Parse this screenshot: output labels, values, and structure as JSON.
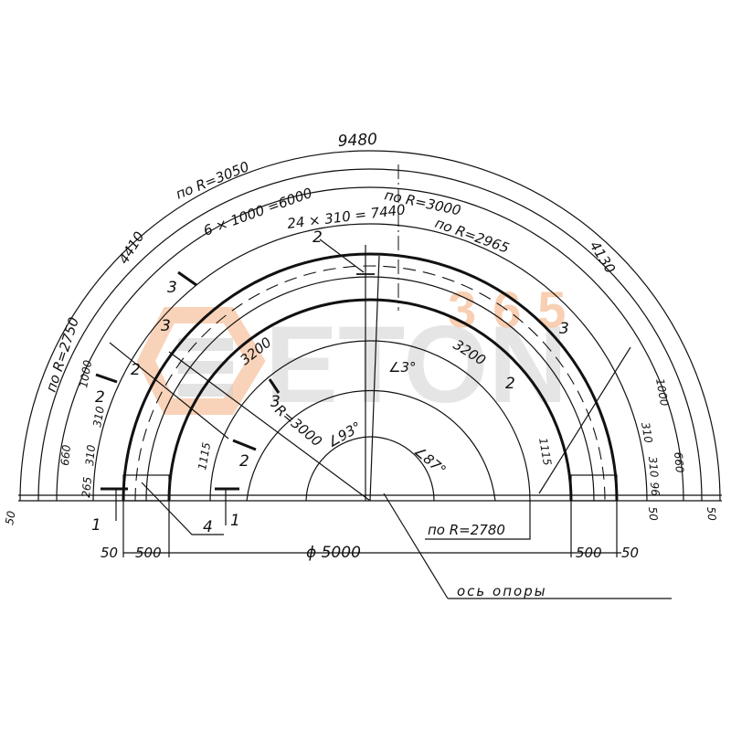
{
  "drawing": {
    "title": "Semicircular support ring plan (sector segment layout)",
    "arc_dimensions": {
      "outer_total": "9480",
      "outer_radius_label": "по R=3050",
      "left_radius_label": "по R=2750",
      "left_arc_length": "4410",
      "right_arc_length": "4130",
      "segments_label": "6 × 1000 =6000",
      "middle_radius_label": "по R=3000",
      "anchors_label": "24 × 310 = 7440",
      "inner_radius_label": "по R=2965",
      "chord_left": "3200",
      "chord_right": "3200",
      "radius_label": "R=3000",
      "bottom_radius_label": "по R=2780"
    },
    "angles": {
      "small_angle": "∠3°",
      "left_angle": "∠93°",
      "right_angle": "∠87°"
    },
    "left_side_dims": [
      "1000",
      "310",
      "660",
      "310",
      "265",
      "50",
      "1115"
    ],
    "right_side_dims": [
      "1000",
      "310",
      "660",
      "310",
      "96",
      "50",
      "50",
      "1115"
    ],
    "bottom_dims": {
      "left_50": "50",
      "left_500": "500",
      "diameter": "ϕ 5000",
      "right_500": "500",
      "right_50": "50"
    },
    "section_marks": {
      "mark_1": "1",
      "mark_2": "2",
      "mark_3": "3",
      "mark_4": "4"
    },
    "callouts": {
      "axis_label": "ось опоры"
    },
    "watermark": {
      "word": "ETON",
      "number": "365",
      "gray_color": "#d0d0d0",
      "orange_color": "#f4a874"
    }
  }
}
